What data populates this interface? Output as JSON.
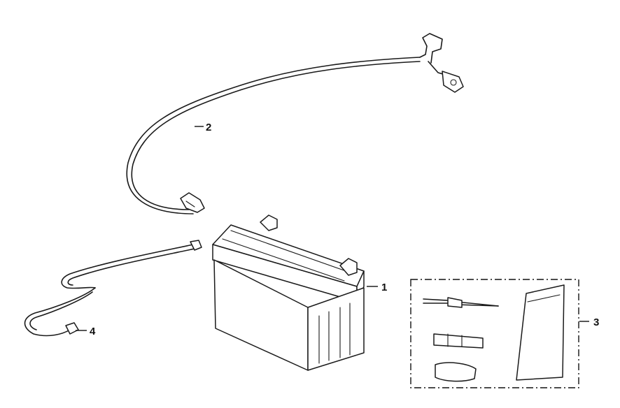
{
  "callouts": {
    "battery": "1",
    "positive_cable": "2",
    "tool_kit": "3",
    "negative_cable": "4"
  }
}
